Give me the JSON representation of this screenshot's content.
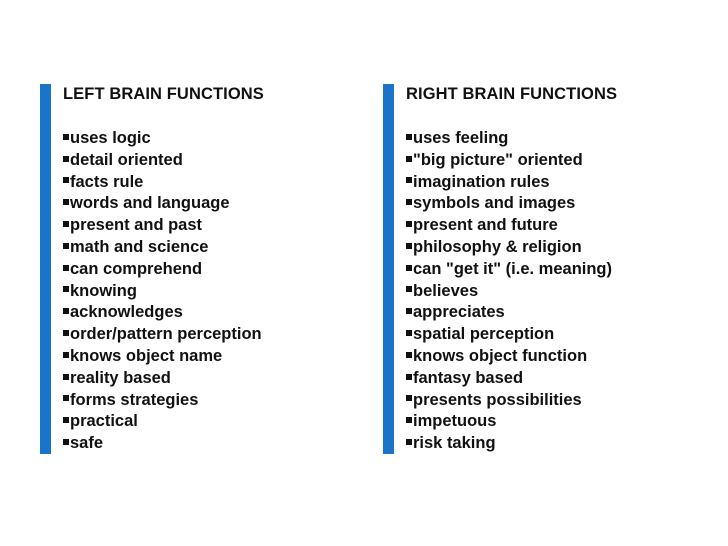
{
  "colors": {
    "accent_bar": "#1a74c8",
    "text": "#111111",
    "background": "#ffffff"
  },
  "bullet_icon": "square-bullet",
  "left": {
    "title": "LEFT BRAIN FUNCTIONS",
    "items": [
      "uses logic",
      "detail oriented",
      "facts rule",
      "words and language",
      "present and past",
      "math and science",
      "can comprehend",
      "knowing",
      "acknowledges",
      "order/pattern perception",
      "knows object name",
      "reality based",
      "forms strategies",
      "practical",
      "safe"
    ]
  },
  "right": {
    "title": "RIGHT BRAIN FUNCTIONS",
    "items": [
      "uses feeling",
      "\"big picture\" oriented",
      "imagination rules",
      "symbols and images",
      "present and future",
      "philosophy & religion",
      "can \"get it\" (i.e. meaning)",
      "believes",
      "appreciates",
      "spatial perception",
      "knows object function",
      "fantasy based",
      "presents possibilities",
      "impetuous",
      "risk taking"
    ]
  }
}
